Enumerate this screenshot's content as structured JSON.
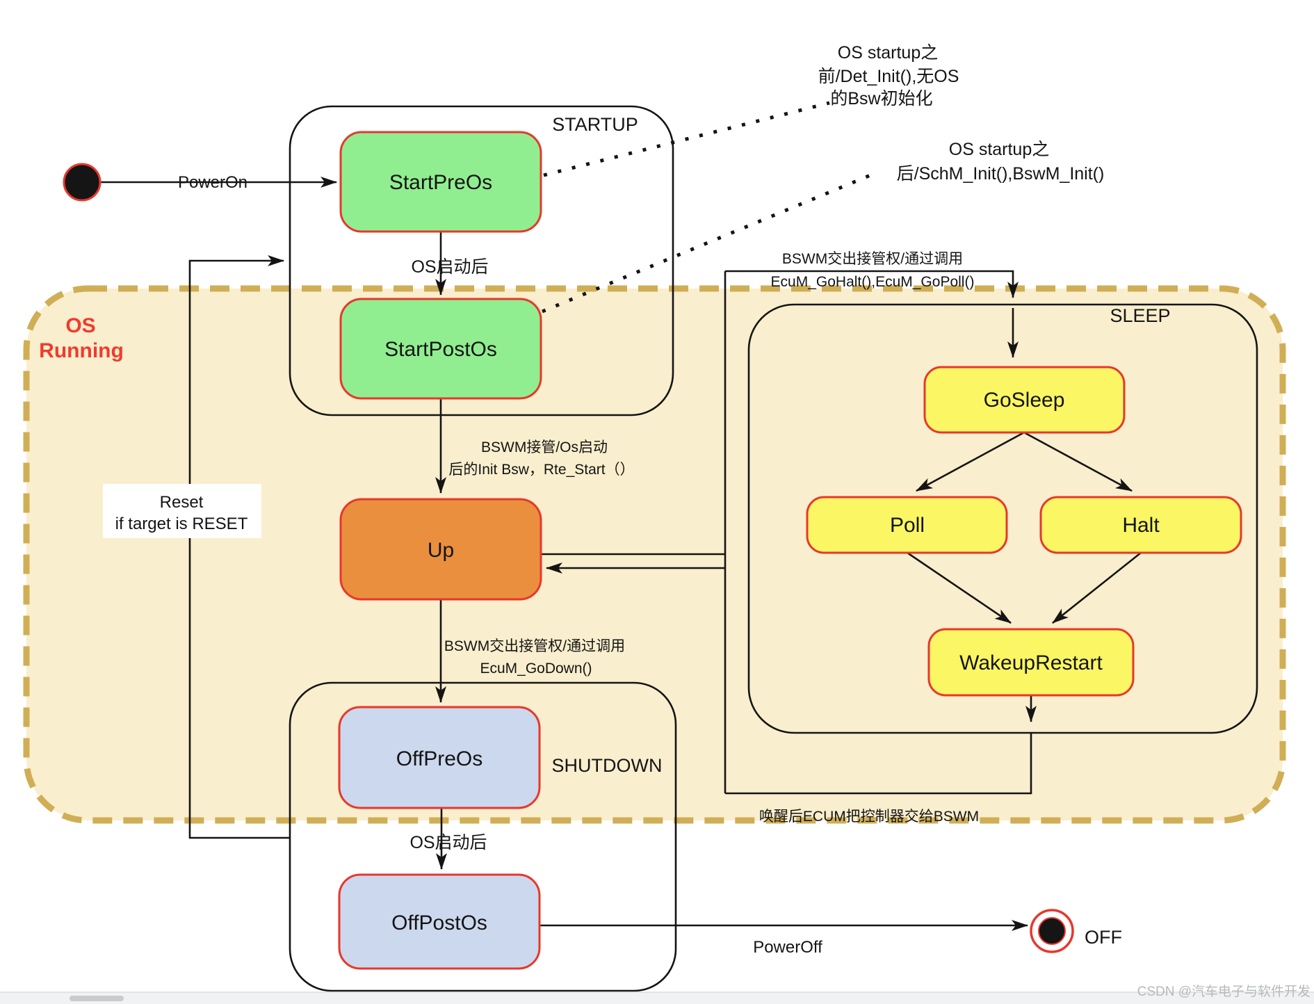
{
  "containers": {
    "startup": "STARTUP",
    "sleep": "SLEEP",
    "shutdown": "SHUTDOWN",
    "os_running_line1": "OS",
    "os_running_line2": "Running"
  },
  "states": {
    "start_pre_os": "StartPreOs",
    "start_post_os": "StartPostOs",
    "up": "Up",
    "off_pre_os": "OffPreOs",
    "off_post_os": "OffPostOs",
    "go_sleep": "GoSleep",
    "poll": "Poll",
    "halt": "Halt",
    "wakeup_restart": "WakeupRestart",
    "off": "OFF"
  },
  "transitions": {
    "power_on": "PowerOn",
    "power_off": "PowerOff",
    "os_started_top": "OS启动后",
    "os_started_bottom": "OS启动后",
    "reset_line1": "Reset",
    "reset_line2": "if target is RESET",
    "to_up_line1": "BSWM接管/Os启动",
    "to_up_line2": "后的Init Bsw，Rte_Start（）",
    "to_sleep_line1": "BSWM交出接管权/通过调用",
    "to_sleep_line2": "EcuM_GoHalt(),EcuM_GoPoll()",
    "to_shutdown_line1": "BSWM交出接管权/通过调用",
    "to_shutdown_line2": "EcuM_GoDown()",
    "wakeup_return": "唤醒后ECUM把控制器交给BSWM"
  },
  "annotations": {
    "pre_os_line1": "OS startup之",
    "pre_os_line2": "前/Det_Init(),无OS",
    "pre_os_line3": "的Bsw初始化",
    "post_os_line1": "OS startup之",
    "post_os_line2": "后/SchM_Init(),BswM_Init()"
  },
  "watermark": "CSDN @汽车电子与软件开发",
  "colors": {
    "region_fill": "#f9eecd",
    "region_border": "#d0ae56",
    "state_border": "#e8372c",
    "state_green": "#90ee90",
    "state_orange": "#e98f3e",
    "state_blue": "#ccd8ee",
    "state_yellow": "#faf664",
    "line": "#141414",
    "os_running_text": "#f03b2e",
    "watermark_text": "#b5b9bc"
  }
}
